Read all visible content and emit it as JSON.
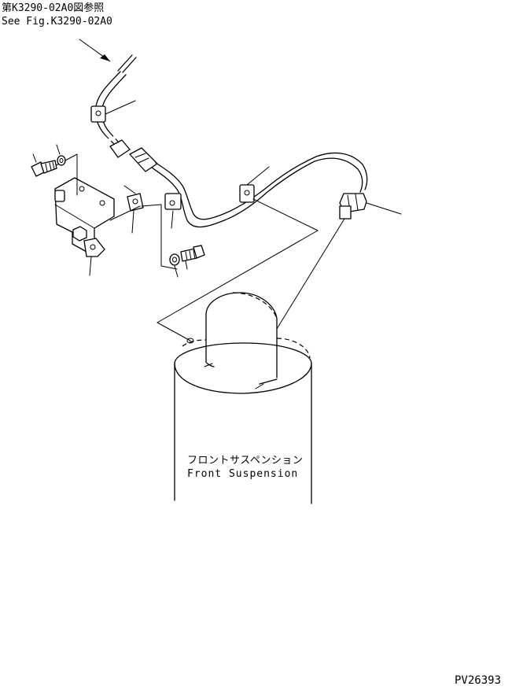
{
  "reference": {
    "line_jp": "第K3290-02A0図参照",
    "line_en": "See Fig.K3290-02A0"
  },
  "label_front_suspension": {
    "jp": "フロントサスペンション",
    "en": "Front Suspension"
  },
  "drawing_number": "PV26393"
}
